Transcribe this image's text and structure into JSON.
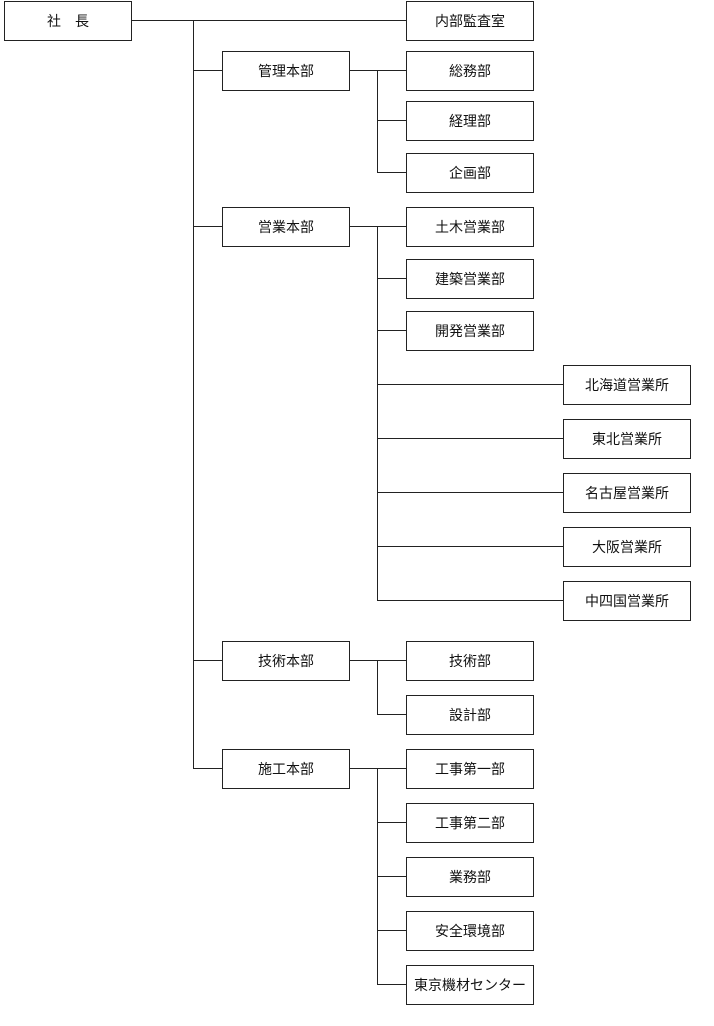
{
  "president": "社　長",
  "audit": "内部監査室",
  "divisions": [
    {
      "name": "管理本部",
      "units": [
        "総務部",
        "経理部",
        "企画部"
      ]
    },
    {
      "name": "営業本部",
      "units": [
        "土木営業部",
        "建築営業部",
        "開発営業部"
      ],
      "offices": [
        "北海道営業所",
        "東北営業所",
        "名古屋営業所",
        "大阪営業所",
        "中四国営業所"
      ]
    },
    {
      "name": "技術本部",
      "units": [
        "技術部",
        "設計部"
      ]
    },
    {
      "name": "施工本部",
      "units": [
        "工事第一部",
        "工事第二部",
        "業務部",
        "安全環境部",
        "東京機材センター"
      ]
    }
  ]
}
